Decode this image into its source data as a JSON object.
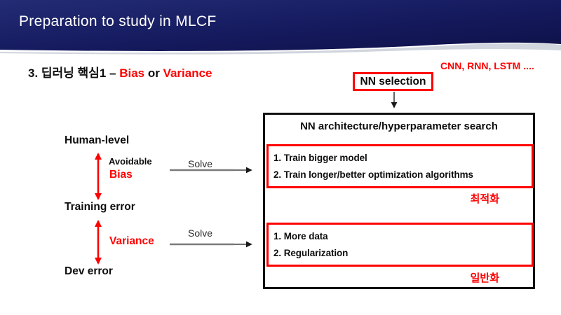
{
  "header": {
    "title": "Preparation to study in MLCF"
  },
  "heading": {
    "prefix": "3. 딥러닝 핵심1 – ",
    "bias": "Bias",
    "connector": " or ",
    "variance": "Variance"
  },
  "top_right_note": "CNN, RNN, LSTM ....",
  "nn_selection_label": "NN selection",
  "search_box": {
    "title": "NN architecture/hyperparameter search",
    "bias_solutions": [
      "1. Train bigger model",
      "2. Train longer/better optimization algorithms"
    ],
    "bias_goal_ko": "최적화",
    "variance_solutions": [
      "1. More data",
      "2. Regularization"
    ],
    "variance_goal_ko": "일반화"
  },
  "ladder": {
    "human_level": "Human-level",
    "training_error": "Training error",
    "dev_error": "Dev error",
    "avoidable": "Avoidable",
    "bias": "Bias",
    "variance": "Variance",
    "solve_top": "Solve",
    "solve_bottom": "Solve"
  },
  "colors": {
    "accent_red": "#ff0000",
    "header_navy": "#12155a",
    "header_navy_light": "#232c74"
  }
}
